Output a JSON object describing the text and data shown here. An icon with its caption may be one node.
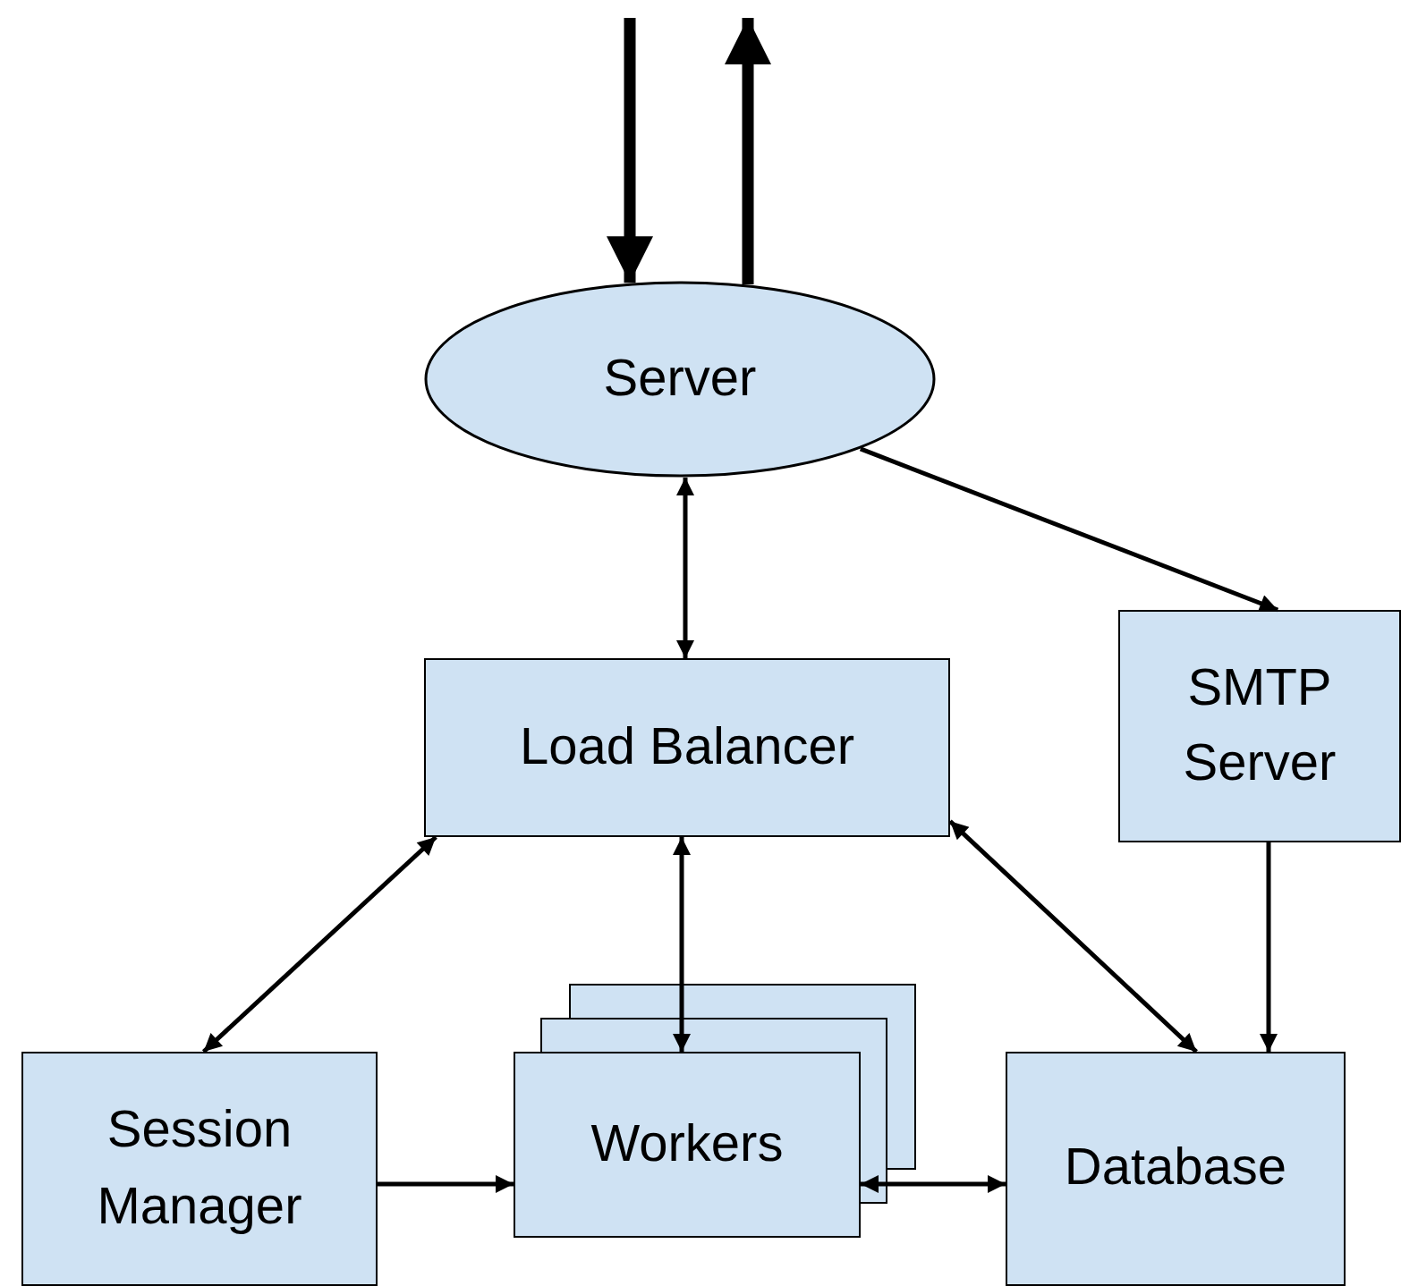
{
  "diagram": {
    "nodes": [
      {
        "text": [
          "Server"
        ]
      },
      {
        "text": [
          "Load Balancer"
        ]
      },
      {
        "text": [
          "SMTP Server"
        ]
      },
      {
        "text": [
          "Session Manager"
        ]
      },
      {
        "text": [
          "Workers"
        ]
      },
      {
        "text": [
          "Database"
        ]
      }
    ],
    "edges": [
      {
        "from": null,
        "to": 0,
        "arrow": "to",
        "style": "thick"
      },
      {
        "from": 0,
        "to": null,
        "arrow": "to",
        "style": "thick"
      },
      {
        "from": 0,
        "to": 1,
        "arrow": "both"
      },
      {
        "from": 0,
        "to": 2,
        "arrow": "to"
      },
      {
        "from": 2,
        "to": 5,
        "arrow": "to"
      },
      {
        "from": 1,
        "to": 3,
        "arrow": "both"
      },
      {
        "from": 1,
        "to": 4,
        "arrow": "both"
      },
      {
        "from": 1,
        "to": 5,
        "arrow": "both"
      },
      {
        "from": 3,
        "to": 4,
        "arrow": "to"
      },
      {
        "from": 4,
        "to": 5,
        "arrow": "both"
      }
    ]
  }
}
